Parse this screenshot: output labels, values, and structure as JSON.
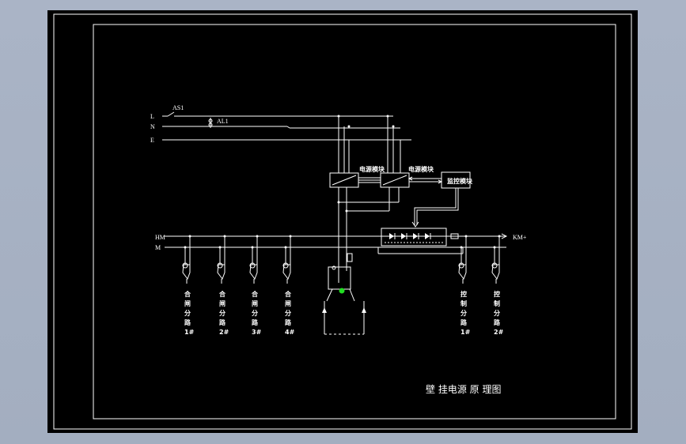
{
  "labels": {
    "L": "L",
    "N": "N",
    "E": "E",
    "AS1": "AS1",
    "AL1": "AL1",
    "HM": "HM",
    "M": "M",
    "KM": "KM+",
    "power_module_1": "电源模块",
    "power_module_2": "电源模块",
    "monitor_module": "监控模块"
  },
  "branches": [
    {
      "chars": [
        "合",
        "闸",
        "分",
        "路",
        "1#"
      ]
    },
    {
      "chars": [
        "合",
        "闸",
        "分",
        "路",
        "2#"
      ]
    },
    {
      "chars": [
        "合",
        "闸",
        "分",
        "路",
        "3#"
      ]
    },
    {
      "chars": [
        "合",
        "闸",
        "分",
        "路",
        "4#"
      ]
    },
    {
      "chars": [
        "控",
        "制",
        "分",
        "路",
        "1#"
      ]
    },
    {
      "chars": [
        "控",
        "制",
        "分",
        "路",
        "2#"
      ]
    }
  ],
  "title": "壁 挂电源 原 理图",
  "colors": {
    "background": "#000000",
    "lines": "#ffffff",
    "highlight": "#22dd22",
    "window": "#a9b3c4"
  }
}
